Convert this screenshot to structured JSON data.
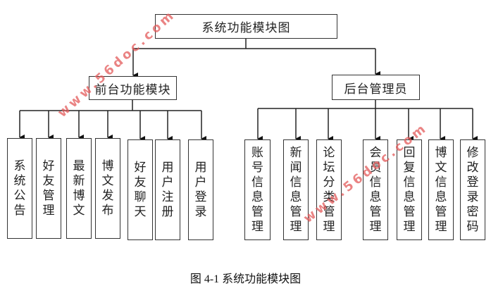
{
  "root": {
    "label": "系统功能模块图"
  },
  "groups": [
    {
      "label": "前台功能模块",
      "children": [
        "系统公告",
        "好友管理",
        "最新博文",
        "博文发布",
        "好友聊天",
        "用户注册",
        "用户登录"
      ]
    },
    {
      "label": "后台管理员",
      "children": [
        "账号信息管理",
        "新闻信息管理",
        "论坛分类管理",
        "会员信息管理",
        "回复信息管理",
        "博文信息管理",
        "修改登录密码"
      ]
    }
  ],
  "caption": "图 4-1 系统功能模块图",
  "watermarks": [
    "www.56doc.com",
    "www.56doc.com"
  ],
  "colors": {
    "line": "#222222",
    "box_border": "#333333",
    "watermark": "#e35a5a"
  }
}
